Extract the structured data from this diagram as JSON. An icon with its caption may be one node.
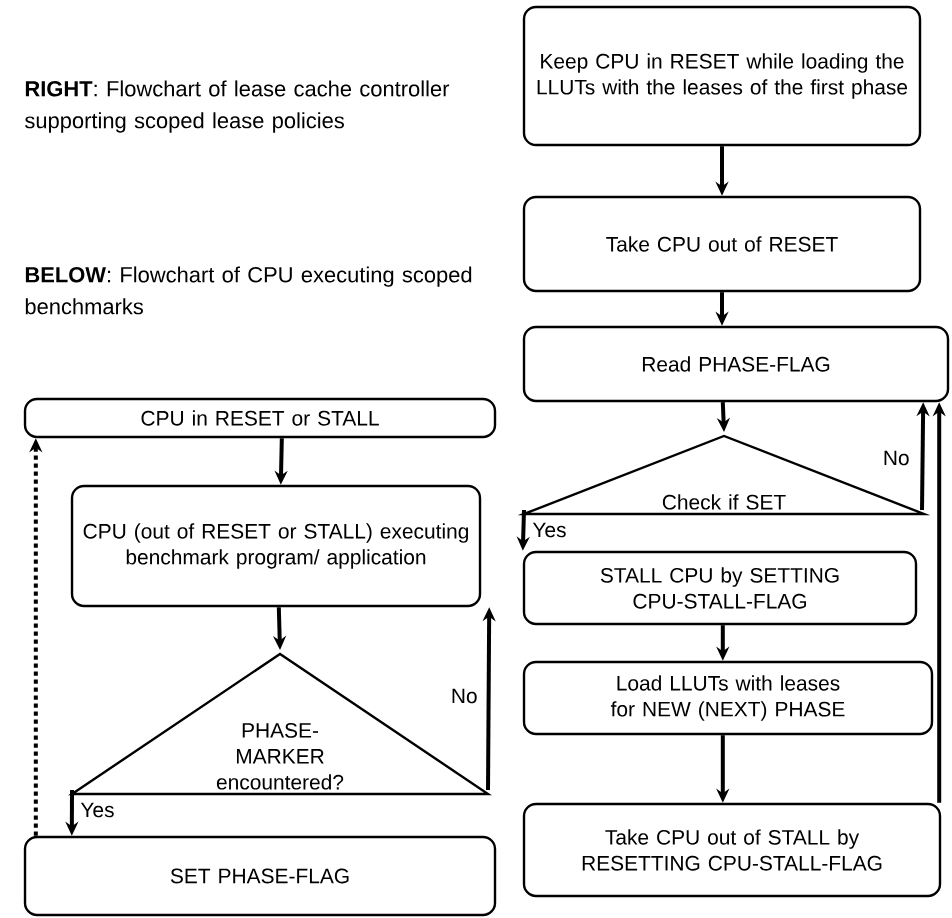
{
  "diagram": {
    "nodes": [
      {
        "text": [
          "Keep CPU in RESET while loading the LLUTs with the leases of the first phase"
        ]
      },
      {
        "text": [
          "Take CPU out of RESET"
        ]
      },
      {
        "text": [
          "Read PHASE-FLAG"
        ]
      },
      {
        "text": [
          "Check if SET"
        ]
      },
      {
        "text": [
          "STALL CPU by SETTING CPU-STALL-FLAG"
        ]
      },
      {
        "text": [
          "Load LLUTs with leases for NEW (NEXT) PHASE"
        ]
      },
      {
        "text": [
          "Take CPU out of STALL by RESETTING CPU-STALL-FLAG"
        ]
      },
      {
        "text": [
          "CPU in RESET or STALL"
        ]
      },
      {
        "text": [
          "CPU (out of RESET or STALL) executing benchmark program/ application"
        ]
      },
      {
        "text": [
          "PHASE- MARKER encountered?"
        ]
      },
      {
        "text": [
          "SET PHASE-FLAG"
        ]
      }
    ],
    "edges": [
      {
        "from": 0,
        "to": 1,
        "arrow": "to"
      },
      {
        "from": 1,
        "to": 2,
        "arrow": "to"
      },
      {
        "from": 2,
        "to": 3,
        "arrow": "to"
      },
      {
        "from": 3,
        "to": 4,
        "arrow": "to",
        "label": "Yes"
      },
      {
        "from": 4,
        "to": 5,
        "arrow": "to"
      },
      {
        "from": 5,
        "to": 6,
        "arrow": "to"
      },
      {
        "from": 3,
        "to": 2,
        "arrow": "to",
        "label": "No"
      },
      {
        "from": 6,
        "to": 2,
        "arrow": "to"
      },
      {
        "from": 7,
        "to": 8,
        "arrow": "to"
      },
      {
        "from": 8,
        "to": 9,
        "arrow": "to"
      },
      {
        "from": 9,
        "to": 10,
        "arrow": "to",
        "label": "Yes"
      },
      {
        "from": 9,
        "to": 8,
        "arrow": "to",
        "label": "No"
      },
      {
        "from": 10,
        "to": 7,
        "arrow": "to",
        "style": "dashed"
      }
    ],
    "labels": [
      "**RIGHT**: Flowchart of lease cache controller supporting scoped lease policies",
      "**BELOW**: Flowchart of CPU executing scoped benchmarks"
    ]
  }
}
